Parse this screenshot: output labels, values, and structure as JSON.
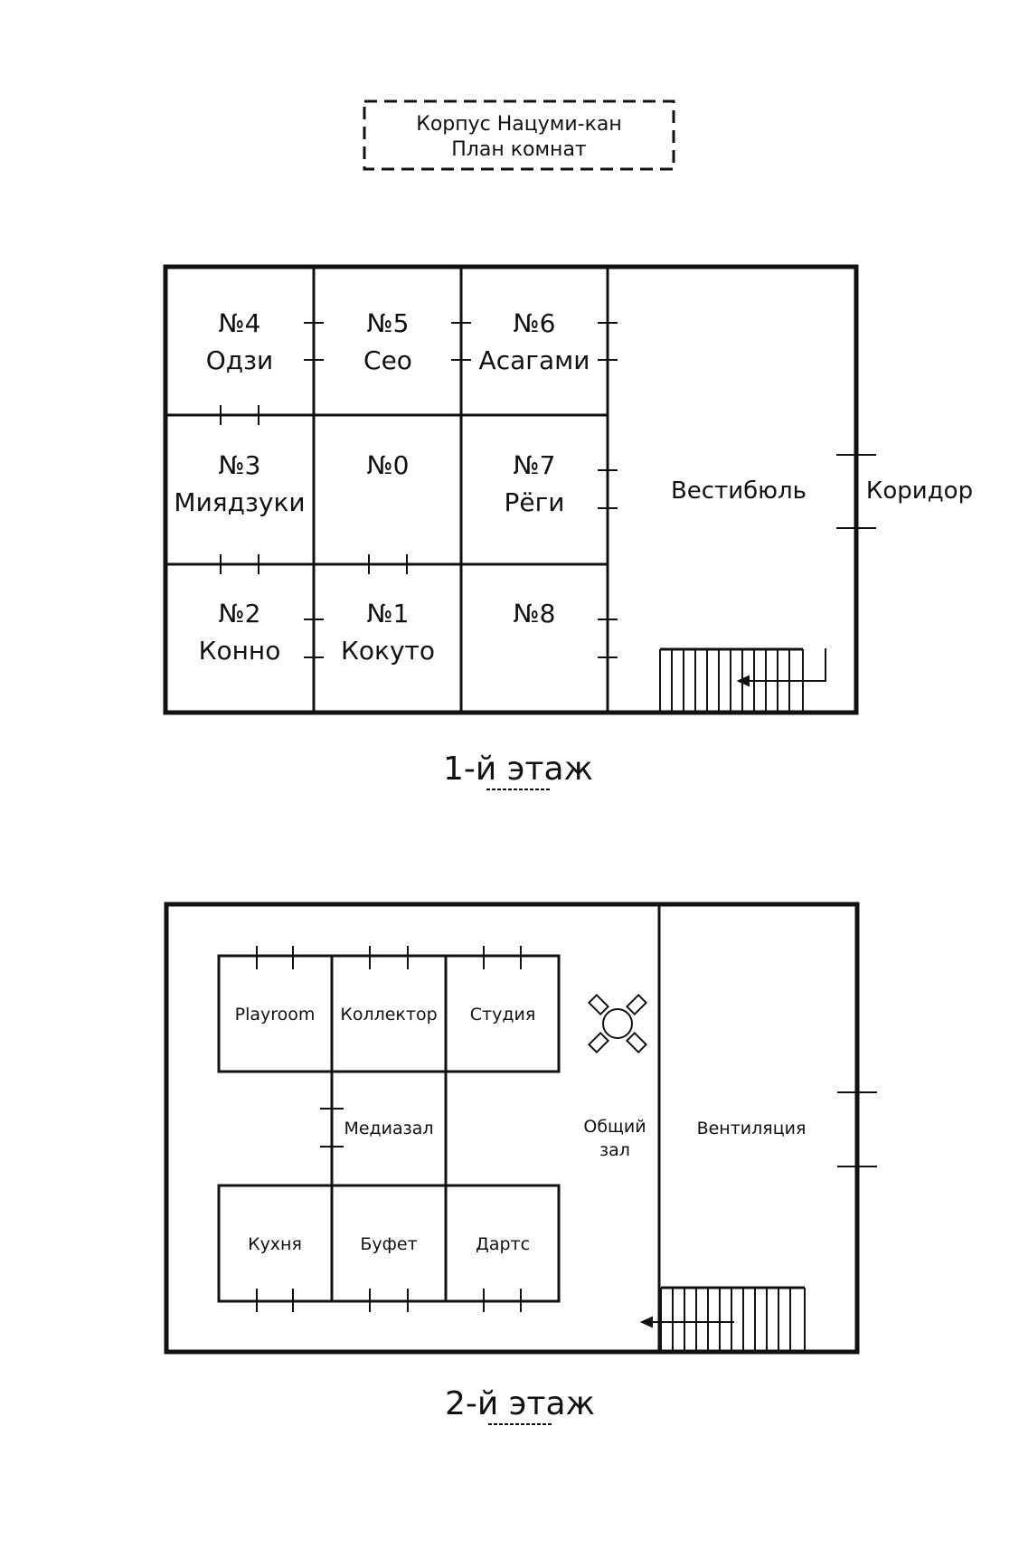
{
  "header": {
    "line1": "Корпус Нацуми-кан",
    "line2": "План комнат"
  },
  "floor1": {
    "title": "1-й этаж",
    "rooms": [
      {
        "id": "r4",
        "number": "№4",
        "name": "Одзи"
      },
      {
        "id": "r5",
        "number": "№5",
        "name": "Сео"
      },
      {
        "id": "r6",
        "number": "№6",
        "name": "Асагами"
      },
      {
        "id": "r3",
        "number": "№3",
        "name": "Миядзуки"
      },
      {
        "id": "r0",
        "number": "№0",
        "name": ""
      },
      {
        "id": "r7",
        "number": "№7",
        "name": "Рёги"
      },
      {
        "id": "r2",
        "number": "№2",
        "name": "Конно"
      },
      {
        "id": "r1",
        "number": "№1",
        "name": "Кокуто"
      },
      {
        "id": "r8",
        "number": "№8",
        "name": ""
      }
    ],
    "lobby": "Вестибюль",
    "corridor": "Коридор"
  },
  "floor2": {
    "title": "2-й этаж",
    "rooms": [
      {
        "id": "playroom",
        "name": "Playroom"
      },
      {
        "id": "collector",
        "name": "Коллектор"
      },
      {
        "id": "studio",
        "name": "Студия"
      },
      {
        "id": "mediahall",
        "name": "Медиазал"
      },
      {
        "id": "kitchen",
        "name": "Кухня"
      },
      {
        "id": "buffet",
        "name": "Буфет"
      },
      {
        "id": "darts",
        "name": "Дартс"
      }
    ],
    "common_hall_line1": "Общий",
    "common_hall_line2": "зал",
    "ventilation": "Вентиляция"
  },
  "colors": {
    "ink": "#111111",
    "paper": "#ffffff"
  }
}
